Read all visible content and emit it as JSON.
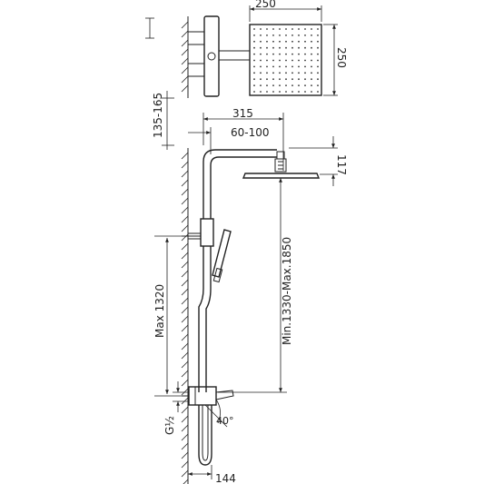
{
  "dimensions": {
    "head_width": "250",
    "head_depth": "250",
    "center_distance": "135-165",
    "arm_length": "315",
    "wall_offset": "60-100",
    "head_drop": "117",
    "shower_height": "Min.1330-Max.1850",
    "bar_height": "Max 1320",
    "thread": "G½",
    "angle": "40°",
    "inlet_to_hose": "144"
  }
}
